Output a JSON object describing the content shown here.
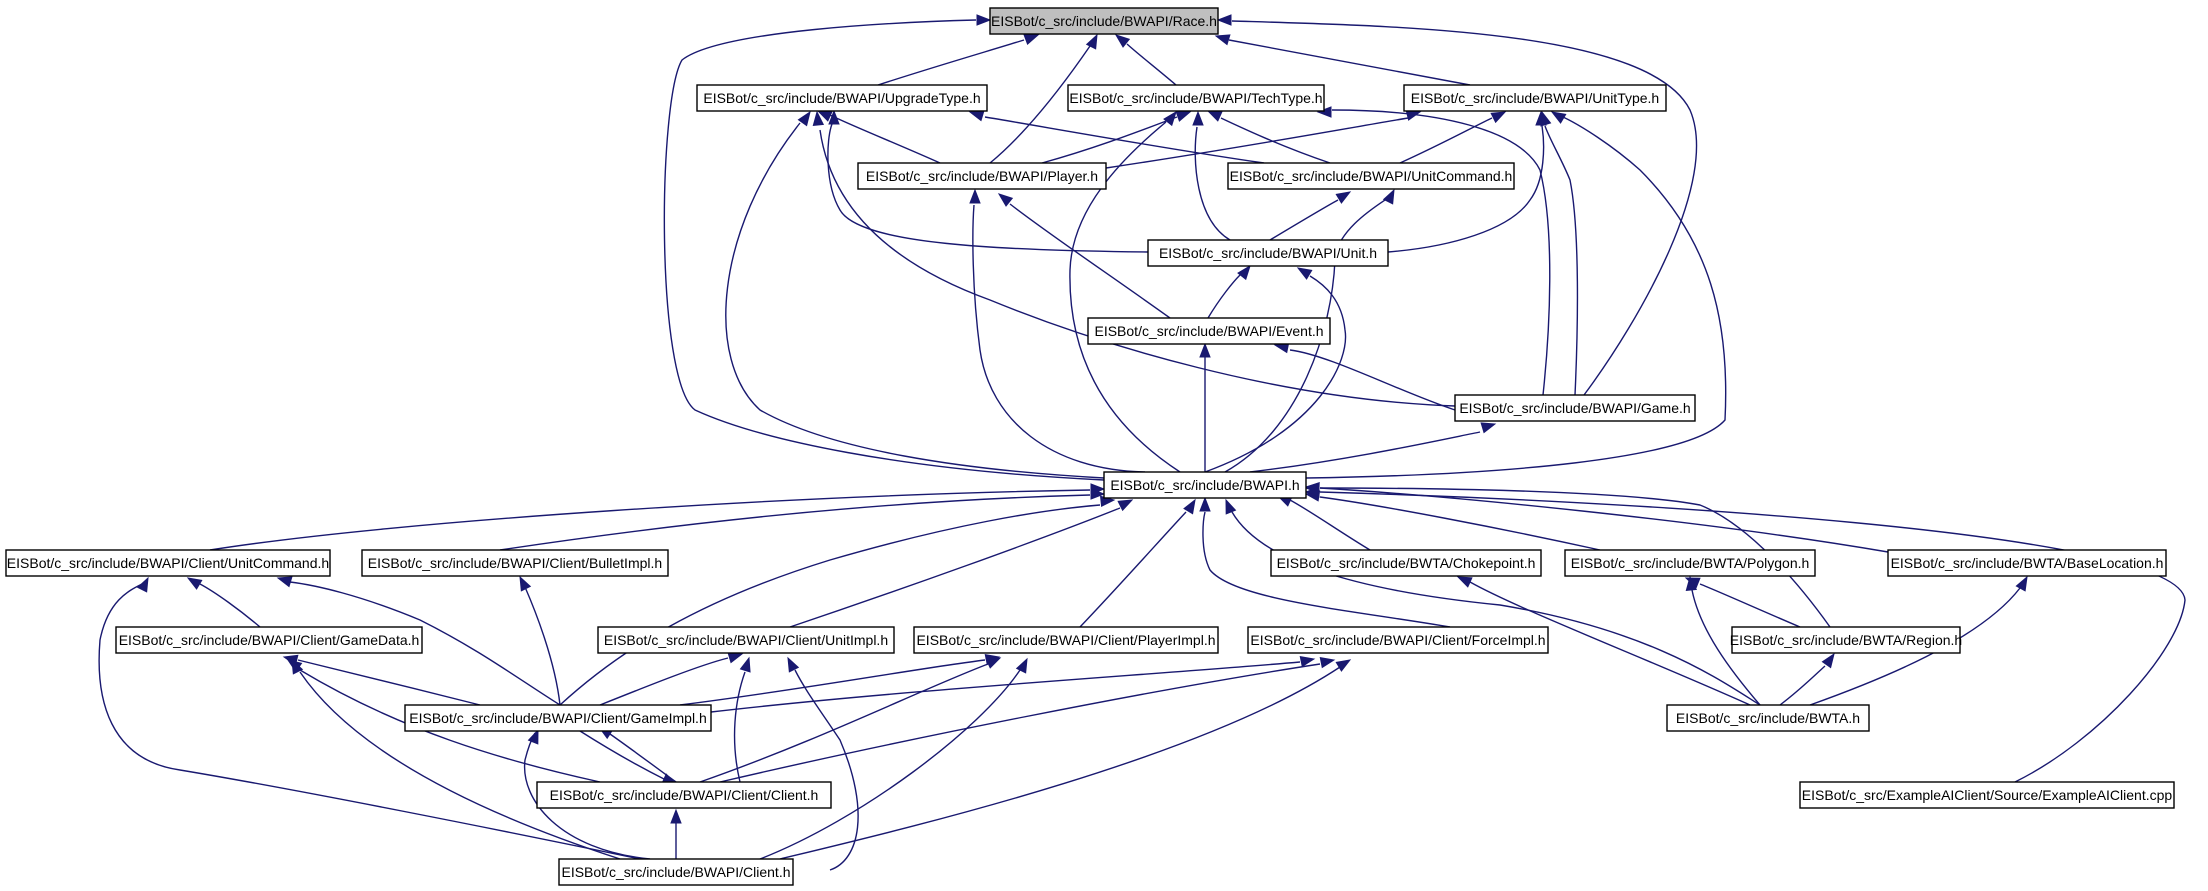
{
  "colors": {
    "edge": "#191970",
    "root_fill": "#bfbfbf",
    "node_fill": "#ffffff",
    "node_border": "#000000"
  },
  "nodes": {
    "race": "EISBot/c_src/include/BWAPI/Race.h",
    "upgrade": "EISBot/c_src/include/BWAPI/UpgradeType.h",
    "tech": "EISBot/c_src/include/BWAPI/TechType.h",
    "unittype": "EISBot/c_src/include/BWAPI/UnitType.h",
    "player": "EISBot/c_src/include/BWAPI/Player.h",
    "unitcmd": "EISBot/c_src/include/BWAPI/UnitCommand.h",
    "unit": "EISBot/c_src/include/BWAPI/Unit.h",
    "event": "EISBot/c_src/include/BWAPI/Event.h",
    "game": "EISBot/c_src/include/BWAPI/Game.h",
    "bwapi": "EISBot/c_src/include/BWAPI.h",
    "cl_unitcmd": "EISBot/c_src/include/BWAPI/Client/UnitCommand.h",
    "cl_bullet": "EISBot/c_src/include/BWAPI/Client/BulletImpl.h",
    "bwta_choke": "EISBot/c_src/include/BWTA/Chokepoint.h",
    "bwta_poly": "EISBot/c_src/include/BWTA/Polygon.h",
    "bwta_base": "EISBot/c_src/include/BWTA/BaseLocation.h",
    "cl_gamedata": "EISBot/c_src/include/BWAPI/Client/GameData.h",
    "cl_unitimpl": "EISBot/c_src/include/BWAPI/Client/UnitImpl.h",
    "cl_playerimpl": "EISBot/c_src/include/BWAPI/Client/PlayerImpl.h",
    "cl_forceimpl": "EISBot/c_src/include/BWAPI/Client/ForceImpl.h",
    "bwta_region": "EISBot/c_src/include/BWTA/Region.h",
    "cl_gameimpl": "EISBot/c_src/include/BWAPI/Client/GameImpl.h",
    "bwta": "EISBot/c_src/include/BWTA.h",
    "cl_client": "EISBot/c_src/include/BWAPI/Client/Client.h",
    "example": "EISBot/c_src/ExampleAIClient/Source/ExampleAIClient.cpp",
    "client": "EISBot/c_src/include/BWAPI/Client.h"
  },
  "edges": [
    [
      "upgrade",
      "race"
    ],
    [
      "tech",
      "race"
    ],
    [
      "unittype",
      "race"
    ],
    [
      "player",
      "race"
    ],
    [
      "game",
      "race"
    ],
    [
      "bwapi",
      "race"
    ],
    [
      "player",
      "upgrade"
    ],
    [
      "unitcmd",
      "upgrade"
    ],
    [
      "unit",
      "upgrade"
    ],
    [
      "game",
      "upgrade"
    ],
    [
      "bwapi",
      "upgrade"
    ],
    [
      "player",
      "tech"
    ],
    [
      "unitcmd",
      "tech"
    ],
    [
      "unit",
      "tech"
    ],
    [
      "game",
      "tech"
    ],
    [
      "bwapi",
      "tech"
    ],
    [
      "player",
      "unittype"
    ],
    [
      "unitcmd",
      "unittype"
    ],
    [
      "unit",
      "unittype"
    ],
    [
      "game",
      "unittype"
    ],
    [
      "bwapi",
      "unittype"
    ],
    [
      "event",
      "player"
    ],
    [
      "bwapi",
      "player"
    ],
    [
      "unit",
      "unitcmd"
    ],
    [
      "bwapi",
      "unitcmd"
    ],
    [
      "event",
      "unit"
    ],
    [
      "bwapi",
      "unit"
    ],
    [
      "game",
      "event"
    ],
    [
      "bwapi",
      "event"
    ],
    [
      "bwapi",
      "game"
    ],
    [
      "cl_unitcmd",
      "bwapi"
    ],
    [
      "cl_bullet",
      "bwapi"
    ],
    [
      "bwta_choke",
      "bwapi"
    ],
    [
      "bwta_poly",
      "bwapi"
    ],
    [
      "bwta_base",
      "bwapi"
    ],
    [
      "cl_unitimpl",
      "bwapi"
    ],
    [
      "cl_playerimpl",
      "bwapi"
    ],
    [
      "cl_forceimpl",
      "bwapi"
    ],
    [
      "bwta_region",
      "bwapi"
    ],
    [
      "cl_gameimpl",
      "bwapi"
    ],
    [
      "bwta",
      "bwapi"
    ],
    [
      "example",
      "bwapi"
    ],
    [
      "cl_gamedata",
      "cl_unitcmd"
    ],
    [
      "cl_gameimpl",
      "cl_unitcmd"
    ],
    [
      "client",
      "cl_unitcmd"
    ],
    [
      "cl_gameimpl",
      "cl_bullet"
    ],
    [
      "cl_gameimpl",
      "cl_gamedata"
    ],
    [
      "cl_client",
      "cl_gamedata"
    ],
    [
      "client",
      "cl_gamedata"
    ],
    [
      "cl_gameimpl",
      "cl_unitimpl"
    ],
    [
      "cl_client",
      "cl_unitimpl"
    ],
    [
      "client",
      "cl_unitimpl"
    ],
    [
      "cl_gameimpl",
      "cl_playerimpl"
    ],
    [
      "cl_client",
      "cl_playerimpl"
    ],
    [
      "client",
      "cl_playerimpl"
    ],
    [
      "cl_gameimpl",
      "cl_forceimpl"
    ],
    [
      "cl_client",
      "cl_forceimpl"
    ],
    [
      "client",
      "cl_forceimpl"
    ],
    [
      "cl_client",
      "cl_gameimpl"
    ],
    [
      "client",
      "cl_gameimpl"
    ],
    [
      "cl_gameimpl",
      "cl_client"
    ],
    [
      "client",
      "cl_client"
    ],
    [
      "bwta",
      "bwta_choke"
    ],
    [
      "bwta",
      "bwta_poly"
    ],
    [
      "bwta_region",
      "bwta_poly"
    ],
    [
      "bwta",
      "bwta_region"
    ],
    [
      "bwta",
      "bwta_base"
    ]
  ]
}
